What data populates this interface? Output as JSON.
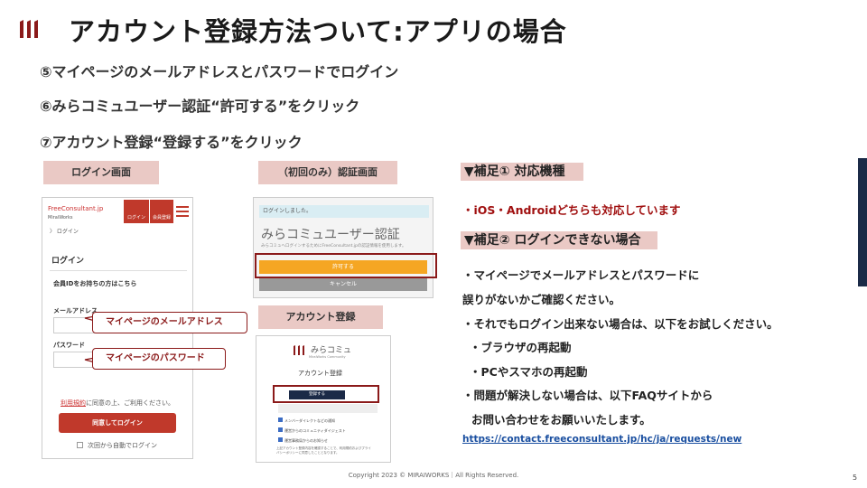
{
  "title": "アカウント登録方法ついて:アプリの場合",
  "steps": [
    "⑤マイページのメールアドレスとパスワードでログイン",
    "⑥みらコミュユーザー認証“許可する”をクリック",
    "⑦アカウント登録“登録する”をクリック"
  ],
  "login": {
    "caption": "ログイン画面",
    "brand": "FreeConsultant.jp",
    "brand_sub": "MiraiWorks",
    "icon_login": "ログイン",
    "icon_register": "会員登録",
    "breadcrumb": "〉 ログイン",
    "heading": "ログイン",
    "member_text": "会員IDをお持ちの方はこちら",
    "email_label": "メールアドレス",
    "password_label": "パスワード",
    "terms_link": "利用規約",
    "terms_rest": "に同意の上、ご利用ください。",
    "submit": "同意してログイン",
    "auto_login": "次回から自動でログイン",
    "callout_email": "マイページのメールアドレス",
    "callout_password": "マイページのパスワード"
  },
  "auth": {
    "caption": "（初回のみ）認証画面",
    "notice": "ログインしました。",
    "heading": "みらコミュユーザー認証",
    "desc": "みらコミュへログインするためにFreeConsultant.jpの認証情報を使用します。",
    "allow": "許可する",
    "cancel": "キャンセル"
  },
  "register": {
    "caption": "アカウント登録",
    "logo_text": "みらコミュ",
    "logo_sub": "MiraiWorks Community",
    "heading": "アカウント登録",
    "button": "登録する",
    "checks": [
      "メンバーダイレクトなどの通知",
      "運営からのコミュニティダイジェスト",
      "運営事務局からのお知らせ"
    ],
    "footnote": "上記アカウント登録内容を確認することで、利用規約およびプライバシーポリシーに同意したこととなります。"
  },
  "supplement1": {
    "heading": "▼補足① 対応機種",
    "text": "・iOS・Androidどちらも対応しています"
  },
  "supplement2": {
    "heading": "▼補足② ログインできない場合",
    "lines": [
      "・マイページでメールアドレスとパスワードに",
      "誤りがないかご確認ください。",
      "・それでもログイン出来ない場合は、以下をお試しください。",
      "・ブラウザの再起動",
      "・PCやスマホの再起動",
      "・問題が解決しない場合は、以下FAQサイトから",
      "お問い合わせをお願いいたします。"
    ],
    "link": "https://contact.freeconsultant.jp/hc/ja/requests/new"
  },
  "footer": "Copyright 2023 © MIRAIWORKS｜All Rights Reserved.",
  "page_number": "5",
  "colors": {
    "accent": "#8b1a1a",
    "caption_bg": "#eac9c5",
    "navy": "#1b2a47",
    "orange": "#f5a623"
  }
}
